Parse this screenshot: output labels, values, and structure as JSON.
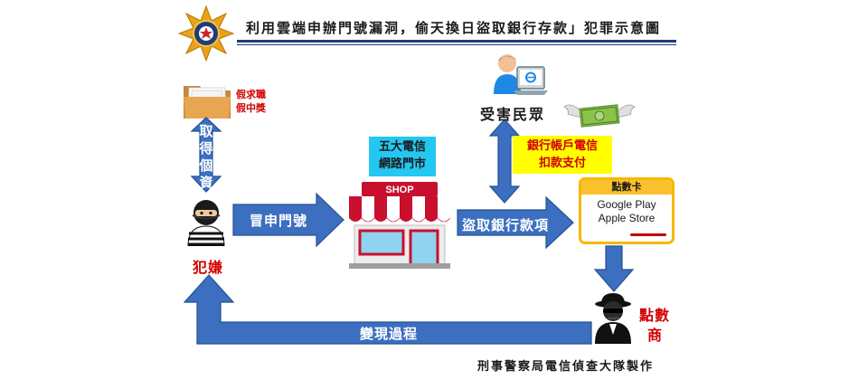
{
  "title": "利用雲端申辦門號漏洞，偷天換日盜取銀行存款」犯罪示意圖",
  "folder_note": [
    "假求職",
    "假中獎"
  ],
  "arrows": {
    "obtain_data": "取得個資",
    "apply_number": "冒申門號",
    "steal_deposits": "盜取銀行款項",
    "cash_out": "變現過程"
  },
  "nodes": {
    "suspect": "犯嫌",
    "victim": "受害民眾",
    "telecom_store": [
      "五大電信",
      "網路門市"
    ],
    "bank_payment": [
      "銀行帳戶電信",
      "扣款支付"
    ],
    "point_dealer": [
      "點數",
      "商"
    ]
  },
  "shop_sign": "SHOP",
  "point_card": {
    "title": "點數卡",
    "lines": [
      "Google Play",
      "Apple Store"
    ]
  },
  "credit": "刑事警察局電信偵查大隊製作",
  "colors": {
    "arrow_fill": "#3c6fc0",
    "arrow_stroke": "#24508f",
    "title_rule": "#1f3d78",
    "accent_red": "#d20000",
    "store_box": "#24c7f2",
    "payment_box": "#ffff00",
    "card_border": "#f6b800"
  }
}
